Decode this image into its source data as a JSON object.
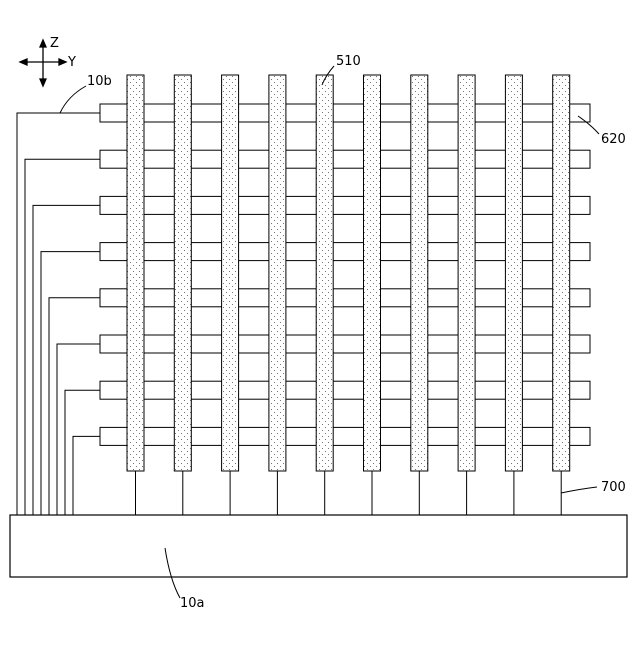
{
  "axes": {
    "z_label": "Z",
    "y_label": "Y"
  },
  "labels": {
    "base": "10a",
    "wiring": "10b",
    "vertical_strip": "510",
    "horizontal_strip": "620",
    "connector": "700"
  },
  "counts": {
    "vertical_strips": 10,
    "horizontal_strips": 8
  },
  "icons": {
    "axis_indicator": "crosshair-arrows-icon"
  }
}
